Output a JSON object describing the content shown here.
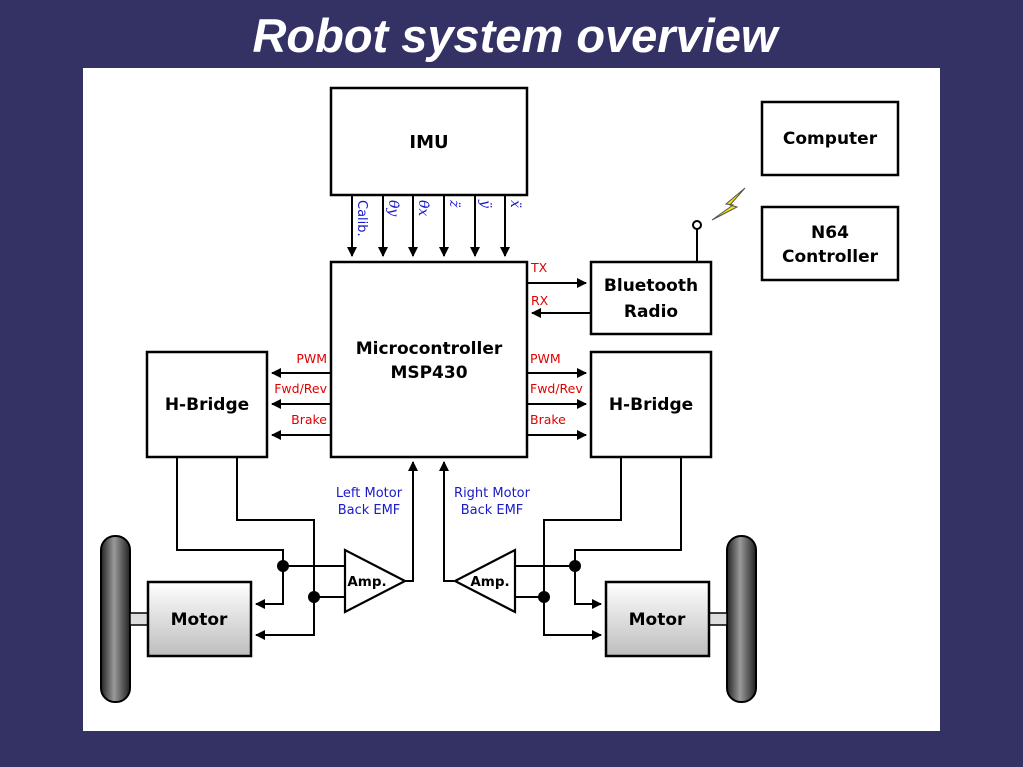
{
  "title": "Robot system overview",
  "blocks": {
    "imu": "IMU",
    "micro_line1": "Microcontroller",
    "micro_line2": "MSP430",
    "computer": "Computer",
    "n64_line1": "N64",
    "n64_line2": "Controller",
    "bt_line1": "Bluetooth",
    "bt_line2": "Radio",
    "hbridge_left": "H-Bridge",
    "hbridge_right": "H-Bridge",
    "motor_left": "Motor",
    "motor_right": "Motor",
    "amp_left": "Amp.",
    "amp_right": "Amp."
  },
  "imu_signals": [
    "Calib.",
    "θ̇y",
    "θ̇x",
    "z̈",
    "ÿ",
    "ẍ"
  ],
  "bt_signals": {
    "tx": "TX",
    "rx": "RX"
  },
  "hbridge_signals": {
    "pwm": "PWM",
    "dir": "Fwd/Rev",
    "brake": "Brake"
  },
  "feedback": {
    "left_line1": "Left Motor",
    "left_line2": "Back EMF",
    "right_line1": "Right Motor",
    "right_line2": "Back EMF"
  },
  "colors": {
    "background": "#343264",
    "signal_red": "#e00000",
    "signal_blue": "#1a1ac8",
    "lightning": "#f2e600"
  }
}
